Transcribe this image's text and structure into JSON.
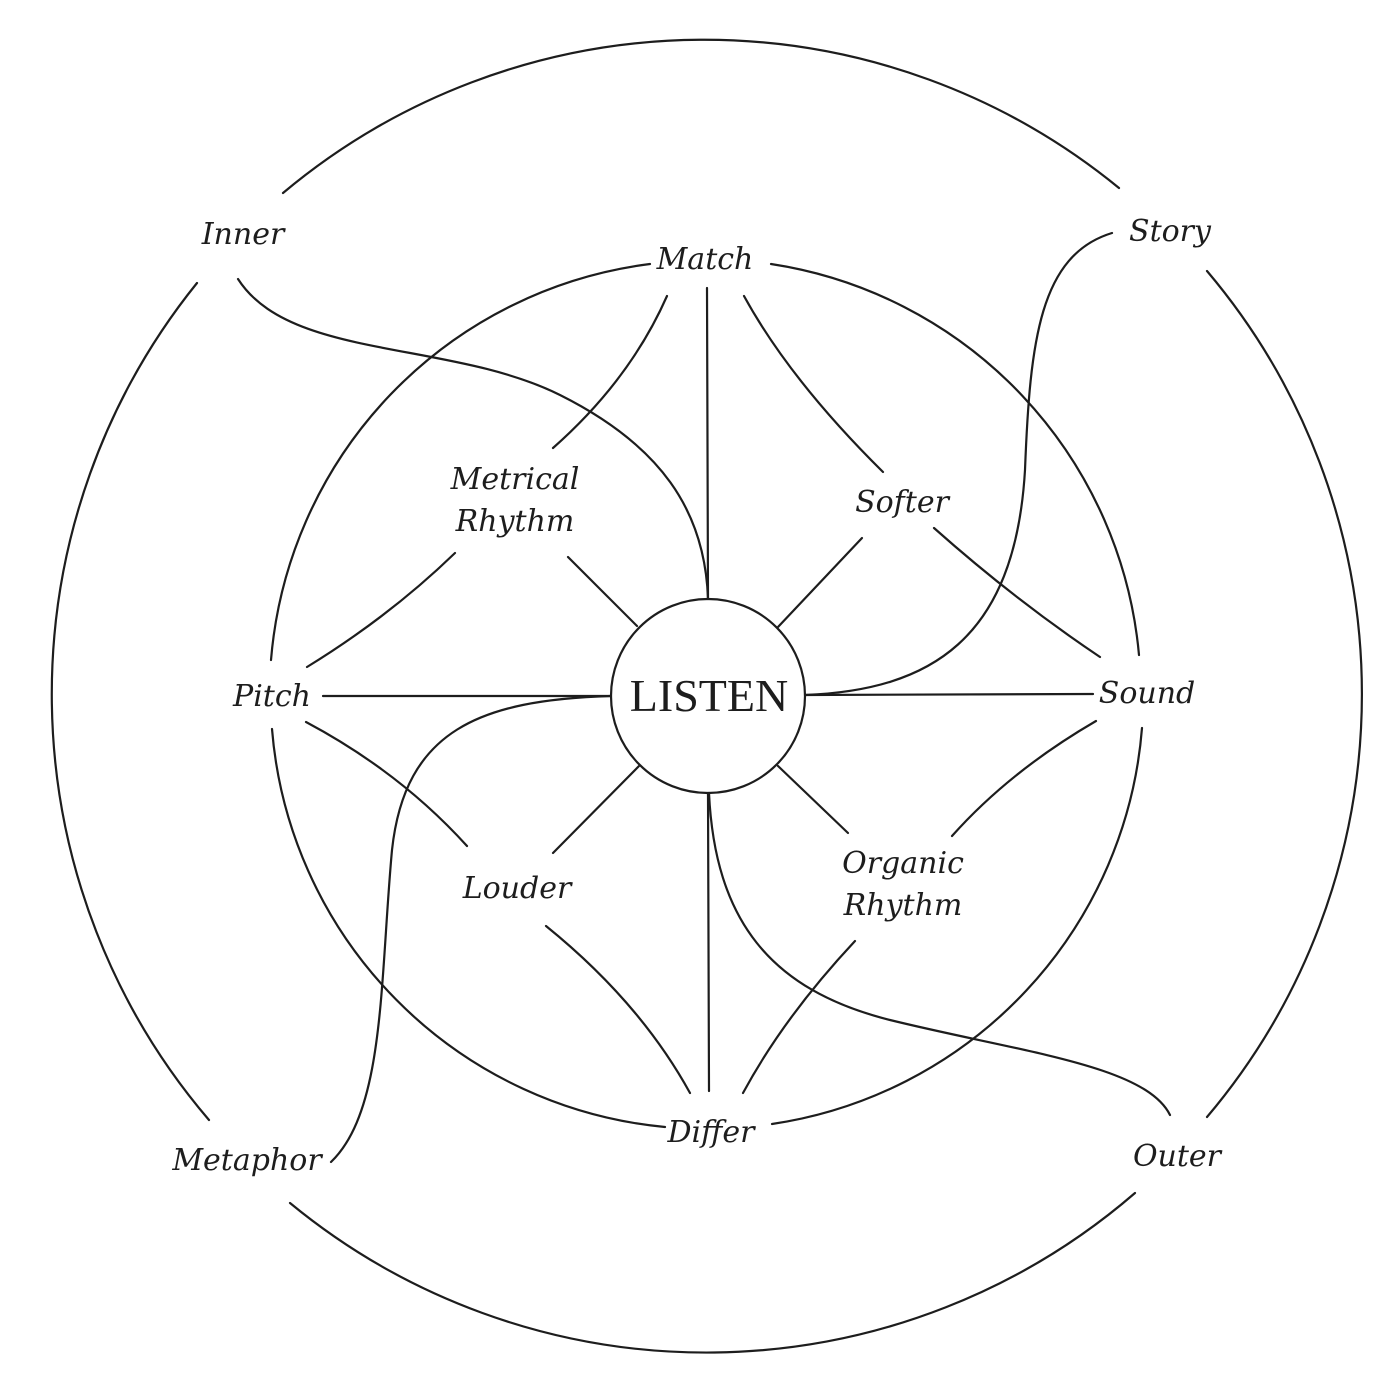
{
  "center": {
    "label": "LISTEN"
  },
  "inner_ring": {
    "top": "Match",
    "bottom": "Differ",
    "left": "Pitch",
    "right": "Sound",
    "upper_left": [
      "Metrical",
      "Rhythm"
    ],
    "upper_right": "Softer",
    "lower_left": "Louder",
    "lower_right": [
      "Organic",
      "Rhythm"
    ]
  },
  "outer_ring": {
    "top_left": "Inner",
    "top_right": "Story",
    "bottom_left": "Metaphor",
    "bottom_right": "Outer"
  },
  "colors": {
    "ink": "#1d1d1d",
    "background": "#ffffff"
  }
}
